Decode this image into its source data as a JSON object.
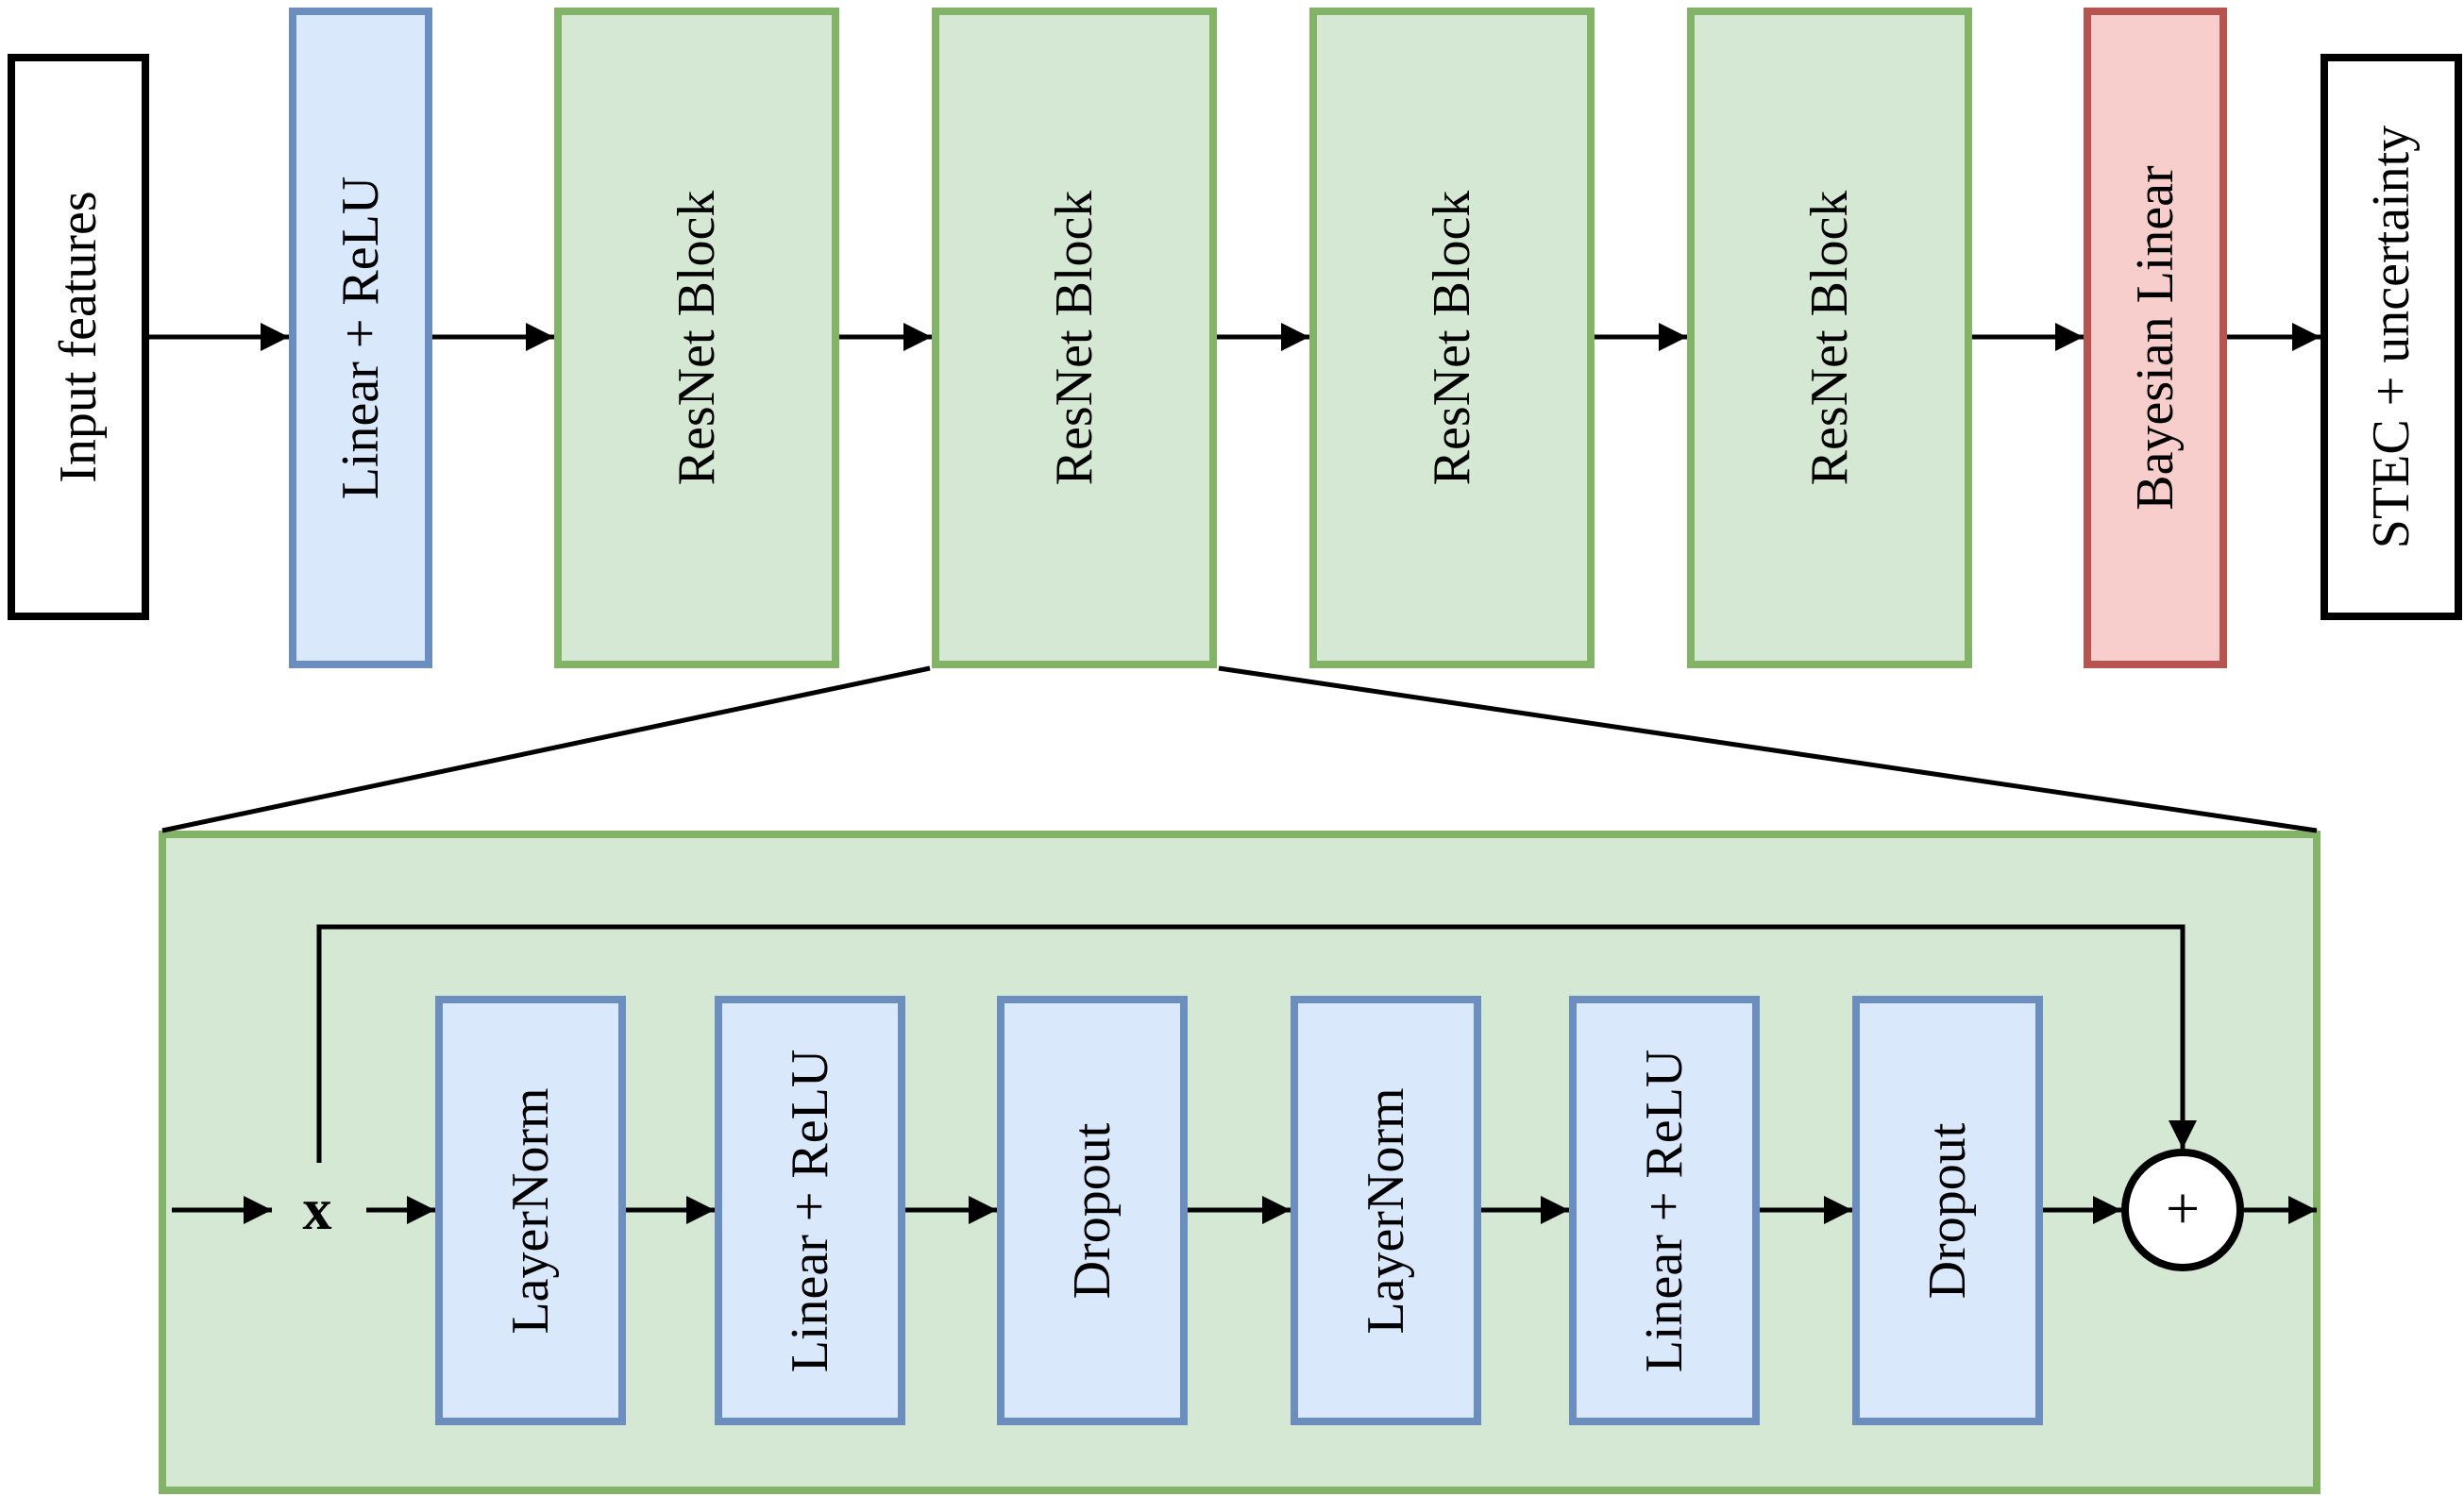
{
  "top_row": [
    {
      "label": "Input features",
      "style": "plain"
    },
    {
      "label": "Linear + ReLU",
      "style": "blue"
    },
    {
      "label": "ResNet Block",
      "style": "green"
    },
    {
      "label": "ResNet Block",
      "style": "green"
    },
    {
      "label": "ResNet Block",
      "style": "green"
    },
    {
      "label": "ResNet Block",
      "style": "green"
    },
    {
      "label": "Bayesian Linear",
      "style": "red"
    },
    {
      "label": "STEC + uncertainty",
      "style": "plain"
    }
  ],
  "expanded_block_index": 3,
  "resnet_block_detail": {
    "input_symbol": "x",
    "layers": [
      "LayerNorm",
      "Linear + ReLU",
      "Dropout",
      "LayerNorm",
      "Linear + ReLU",
      "Dropout"
    ],
    "sum_symbol": "+"
  },
  "colors": {
    "blue_fill": "#dae8fc",
    "blue_stroke": "#6c8ebf",
    "green_fill": "#d5e8d4",
    "green_stroke": "#82b366",
    "red_fill": "#f8cecc",
    "red_stroke": "#b85450",
    "line": "#000000"
  }
}
